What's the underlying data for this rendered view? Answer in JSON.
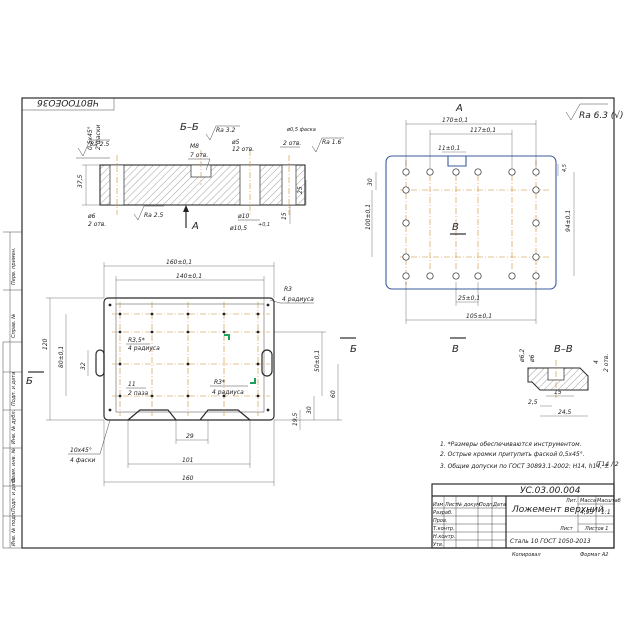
{
  "sheet": {
    "stamp_code": "ЧВ0ТООЕО36",
    "surface_note": "Ra 6.3 (√)",
    "designation": "УС.03.00.004",
    "title": "Ложемент верхний",
    "material": "Сталь 10 ГОСТ 1050-2013",
    "copied_label": "Копировал",
    "format_label": "Формат А2"
  },
  "title_block": {
    "col_headers": [
      "Изм",
      "Лист",
      "№ докум.",
      "Подп.",
      "Дата"
    ],
    "row_labels": [
      "Разраб.",
      "Пров.",
      "Т.контр.",
      "Н.контр.",
      "Утв."
    ],
    "lit_label": "Лит.",
    "mass_label": "Масса",
    "scale_label": "Масштаб",
    "mass_value": "4,95",
    "scale_value": "1:1",
    "sheet_label": "Лист",
    "sheets_label": "Листов 1"
  },
  "notes": [
    "1. *Размеры обеспечиваются инструментом.",
    "2. Острые кромки притупить фаской 0,5х45°.",
    "3. Общие допуски по ГОСТ 30893.1-2002: H14, h14, ±",
    "IT14 / 2"
  ],
  "views": {
    "section_bb": "Б–Б",
    "view_a": "А",
    "section_vv": "В–В",
    "arrow_a": "А",
    "arrow_b": "Б",
    "arrow_v": "В"
  },
  "dims": {
    "sec_ra32": "Ra 3.2",
    "sec_ra25_left": "Ra 2.5",
    "sec_ra25_bottom": "Ra 2.5",
    "sec_ra16": "Ra 1.6",
    "sec_m8": "M8",
    "sec_7otv": "7 отв.",
    "sec_d5": "ø5",
    "sec_12otv": "12 отв.",
    "sec_d6": "ø6",
    "sec_2otv": "2 отв.",
    "sec_05x45": "0,5х45°",
    "sec_2faski": "2 фаски",
    "sec_chamfer": "ø0,5 фаска",
    "sec_2otv_right": "2 отв.",
    "sec_d10": "ø10",
    "sec_d105": "ø10,5",
    "sec_tol": "+0,1",
    "sec_375": "37,5",
    "sec_25": "25",
    "sec_15": "15",
    "a_170": "170±0,1",
    "a_117": "117±0,1",
    "a_11": "11±0,1",
    "a_30": "30",
    "a_100": "100±0,1",
    "a_94": "94±0,1",
    "a_25": "25±0,1",
    "a_105": "105±0,1",
    "a_45": "4,5",
    "p_160": "160±0,1",
    "p_140": "140±0,1",
    "p_r3": "R3",
    "p_4rad": "4 радиуса",
    "p_r35": "R3,5*",
    "p_4rad2": "4 радиуса",
    "p_11": "11",
    "p_2paza": "2 паза",
    "p_r3b": "R3*",
    "p_4rad3": "4 радиуса",
    "p_120": "120",
    "p_80": "80±0,1",
    "p_32": "32",
    "p_50": "50±0,1",
    "p_60": "60",
    "p_30": "30",
    "p_195": "19,5",
    "p_10x45": "10х45°",
    "p_4faski": "4 фаски",
    "p_29": "29",
    "p_101": "101",
    "p_160b": "160",
    "v_d62": "ø6,2",
    "v_d6": "ø6",
    "v_4": "4",
    "v_2otv": "2 отв.",
    "v_25": "2,5",
    "v_15": "15",
    "v_245": "24,5"
  },
  "frame_side_labels": [
    "Перв. примен.",
    "Справ. №",
    "Подп. и дата",
    "Инв. № дубл.",
    "Взам. инв. №",
    "Подп. и дата",
    "Инв. № подл."
  ]
}
